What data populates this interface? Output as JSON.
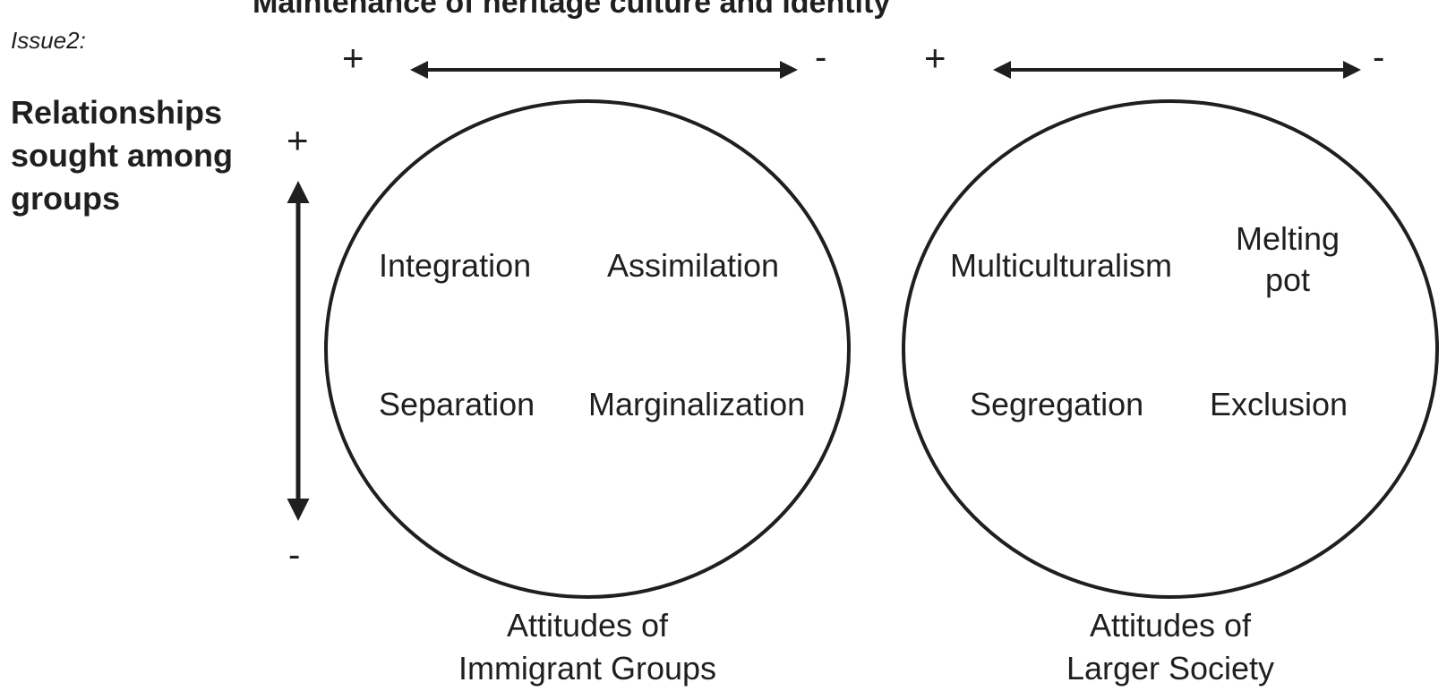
{
  "header": {
    "top_title": "Maintenance of heritage culture and identity",
    "issue_label": "Issue2:"
  },
  "vertical_axis": {
    "title_lines": [
      "Relationships",
      "sought among",
      "groups"
    ],
    "plus": "+",
    "minus": "-"
  },
  "horizontal_axes": [
    {
      "plus": "+",
      "minus": "-"
    },
    {
      "plus": "+",
      "minus": "-"
    }
  ],
  "circles": [
    {
      "caption_lines": [
        "Attitudes of",
        "Immigrant Groups"
      ],
      "quadrants": {
        "top_left": "Integration",
        "top_right": "Assimilation",
        "bottom_left": "Separation",
        "bottom_right": "Marginalization"
      }
    },
    {
      "caption_lines": [
        "Attitudes of",
        "Larger Society"
      ],
      "quadrants": {
        "top_left": "Multiculturalism",
        "top_right_lines": [
          "Melting",
          "pot"
        ],
        "bottom_left": "Segregation",
        "bottom_right": "Exclusion"
      }
    }
  ],
  "colors": {
    "ink": "#1f1f1f",
    "background": "#ffffff"
  }
}
